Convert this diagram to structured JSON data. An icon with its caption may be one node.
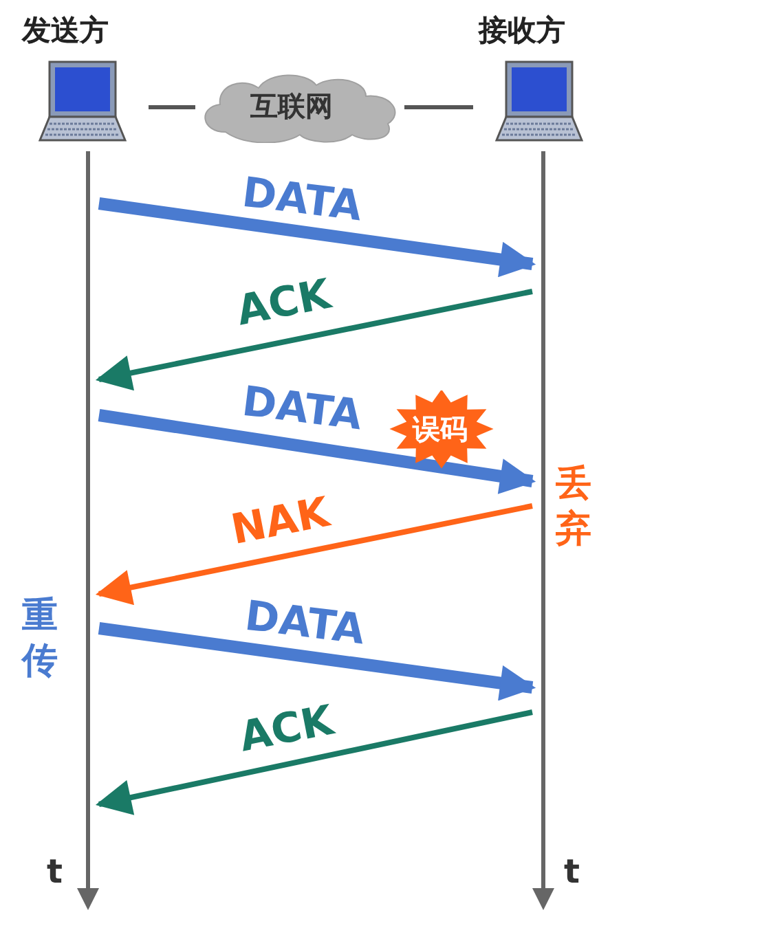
{
  "diagram": {
    "nodes": [
      {
        "text": [
          "发送方"
        ]
      },
      {
        "text": [
          "互联网"
        ]
      },
      {
        "text": [
          "接收方"
        ]
      },
      {
        "text": [],
        "shape": "bar",
        "beside": [
          "t"
        ]
      },
      {
        "text": [],
        "shape": "bar",
        "beside": [
          "t"
        ]
      }
    ],
    "edges": [
      {
        "from": 0,
        "to": 1,
        "arrow": "none",
        "color": "#555555"
      },
      {
        "from": 1,
        "to": 2,
        "arrow": "none",
        "color": "#555555"
      },
      {
        "from": 3,
        "to": 4,
        "arrow": "to",
        "label": "DATA",
        "style": "thick"
      },
      {
        "from": 4,
        "to": 3,
        "arrow": "to",
        "label": "ACK",
        "color": "#1a7a66"
      },
      {
        "from": 3,
        "to": 4,
        "arrow": "to",
        "label": "DATA",
        "style": "thick"
      },
      {
        "from": 4,
        "to": 3,
        "arrow": "to",
        "label": "NAK",
        "color": "#ff6418"
      },
      {
        "from": 3,
        "to": 4,
        "arrow": "to",
        "label": "DATA",
        "style": "thick"
      },
      {
        "from": 4,
        "to": 3,
        "arrow": "to",
        "label": "ACK",
        "color": "#1a7a66"
      }
    ],
    "labels": [
      "误码",
      "丢弃",
      "重传"
    ]
  }
}
